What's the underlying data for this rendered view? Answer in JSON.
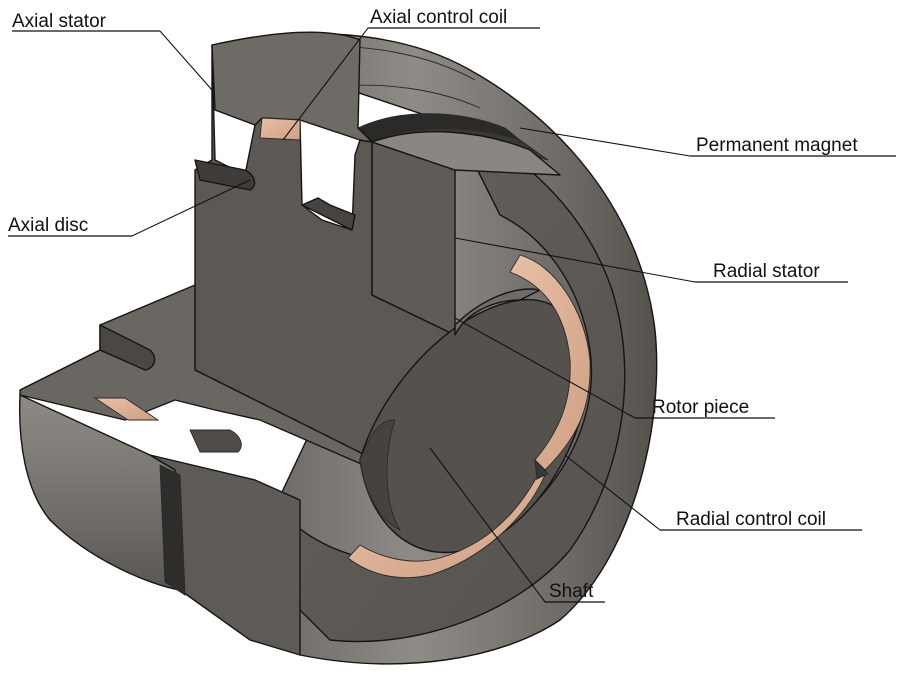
{
  "diagram": {
    "labels": {
      "axial_stator": "Axial stator",
      "axial_control_coil": "Axial control coil",
      "permanent_magnet": "Permanent magnet",
      "axial_disc": "Axial disc",
      "radial_stator": "Radial stator",
      "rotor_piece": "Rotor piece",
      "radial_control_coil": "Radial control coil",
      "shaft": "Shaft"
    },
    "colors": {
      "steel_top": "#6b6762",
      "steel_front": "#5a5752",
      "steel_dark": "#4a4743",
      "steel_side": "#7c7974",
      "cylinder_light": "#908c87",
      "cylinder_shade": "#5f5b57",
      "magnet": "#2b2a29",
      "coil": "#d9ab90",
      "coil_light": "#e8c0a6"
    }
  }
}
